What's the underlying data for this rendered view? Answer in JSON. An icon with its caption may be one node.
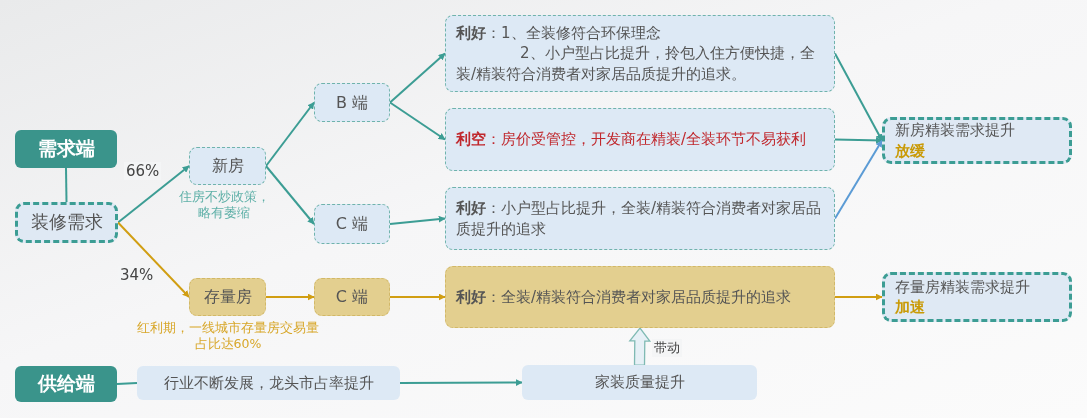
{
  "diagram": {
    "nodes": [
      {
        "text": [
          "需求端"
        ]
      },
      {
        "text": [
          "装修需求"
        ]
      },
      {
        "text": [
          "新房"
        ],
        "beside": [
          "住房不炒政策，略有萎缩"
        ]
      },
      {
        "text": [
          "B 端"
        ]
      },
      {
        "text": [
          "C 端"
        ]
      },
      {
        "text": [
          "**利好**：1、全装修符合环保理念",
          "2、小户型占比提升，拎包入住方便快捷，全装/精装符合消费者对家居品质提升的追求。"
        ]
      },
      {
        "text": [
          "**利空**：房价受管控，开发商在精装/全装环节不易获利"
        ]
      },
      {
        "text": [
          "**利好**：小户型占比提升，全装/精装符合消费者对家居品质提升的追求"
        ]
      },
      {
        "text": [
          "新房精装需求提升",
          "放缓"
        ]
      },
      {
        "text": [
          "存量房"
        ],
        "beside": [
          "红利期，一线城市存量房交易量占比达60%"
        ]
      },
      {
        "text": [
          "C 端"
        ]
      },
      {
        "text": [
          "**利好**：全装/精装符合消费者对家居品质提升的追求"
        ]
      },
      {
        "text": [
          "存量房精装需求提升",
          "加速"
        ]
      },
      {
        "text": [
          "供给端"
        ]
      },
      {
        "text": [
          "行业不断发展，龙头市占率提升"
        ]
      },
      {
        "text": [
          "家装质量提升"
        ]
      }
    ],
    "edges": [
      {
        "from": 0,
        "to": 1,
        "arrow": "none"
      },
      {
        "from": 1,
        "to": 2,
        "arrow": "to",
        "label": "66%"
      },
      {
        "from": 1,
        "to": 9,
        "arrow": "to",
        "label": "34%",
        "color": "#d19e12"
      },
      {
        "from": 2,
        "to": 3,
        "arrow": "to"
      },
      {
        "from": 2,
        "to": 4,
        "arrow": "to"
      },
      {
        "from": 3,
        "to": 5,
        "arrow": "to"
      },
      {
        "from": 3,
        "to": 6,
        "arrow": "to"
      },
      {
        "from": 4,
        "to": 7,
        "arrow": "to"
      },
      {
        "from": 5,
        "to": 8,
        "arrow": "to"
      },
      {
        "from": 6,
        "to": 8,
        "arrow": "to"
      },
      {
        "from": 7,
        "to": 8,
        "arrow": "to",
        "color": "#5b9bd5"
      },
      {
        "from": 9,
        "to": 10,
        "arrow": "to",
        "color": "#d19e12"
      },
      {
        "from": 10,
        "to": 11,
        "arrow": "to",
        "color": "#d19e12"
      },
      {
        "from": 11,
        "to": 12,
        "arrow": "to",
        "color": "#d19e12"
      },
      {
        "from": 13,
        "to": 14,
        "arrow": "none"
      },
      {
        "from": 14,
        "to": 15,
        "arrow": "to"
      },
      {
        "from": 15,
        "to": 11,
        "arrow": "to",
        "label": "带动",
        "style": "thick"
      }
    ]
  }
}
